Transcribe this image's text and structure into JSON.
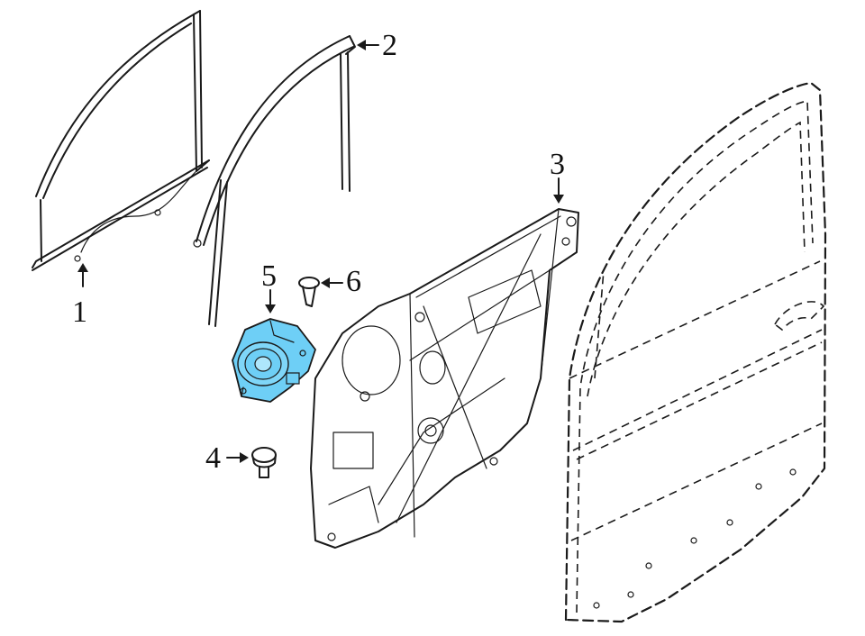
{
  "callouts": [
    {
      "id": "1",
      "label": "1"
    },
    {
      "id": "2",
      "label": "2"
    },
    {
      "id": "3",
      "label": "3"
    },
    {
      "id": "4",
      "label": "4"
    },
    {
      "id": "5",
      "label": "5"
    },
    {
      "id": "6",
      "label": "6"
    }
  ],
  "colors": {
    "highlight": "#6ecff6",
    "line": "#1a1a1a",
    "background": "#ffffff"
  }
}
